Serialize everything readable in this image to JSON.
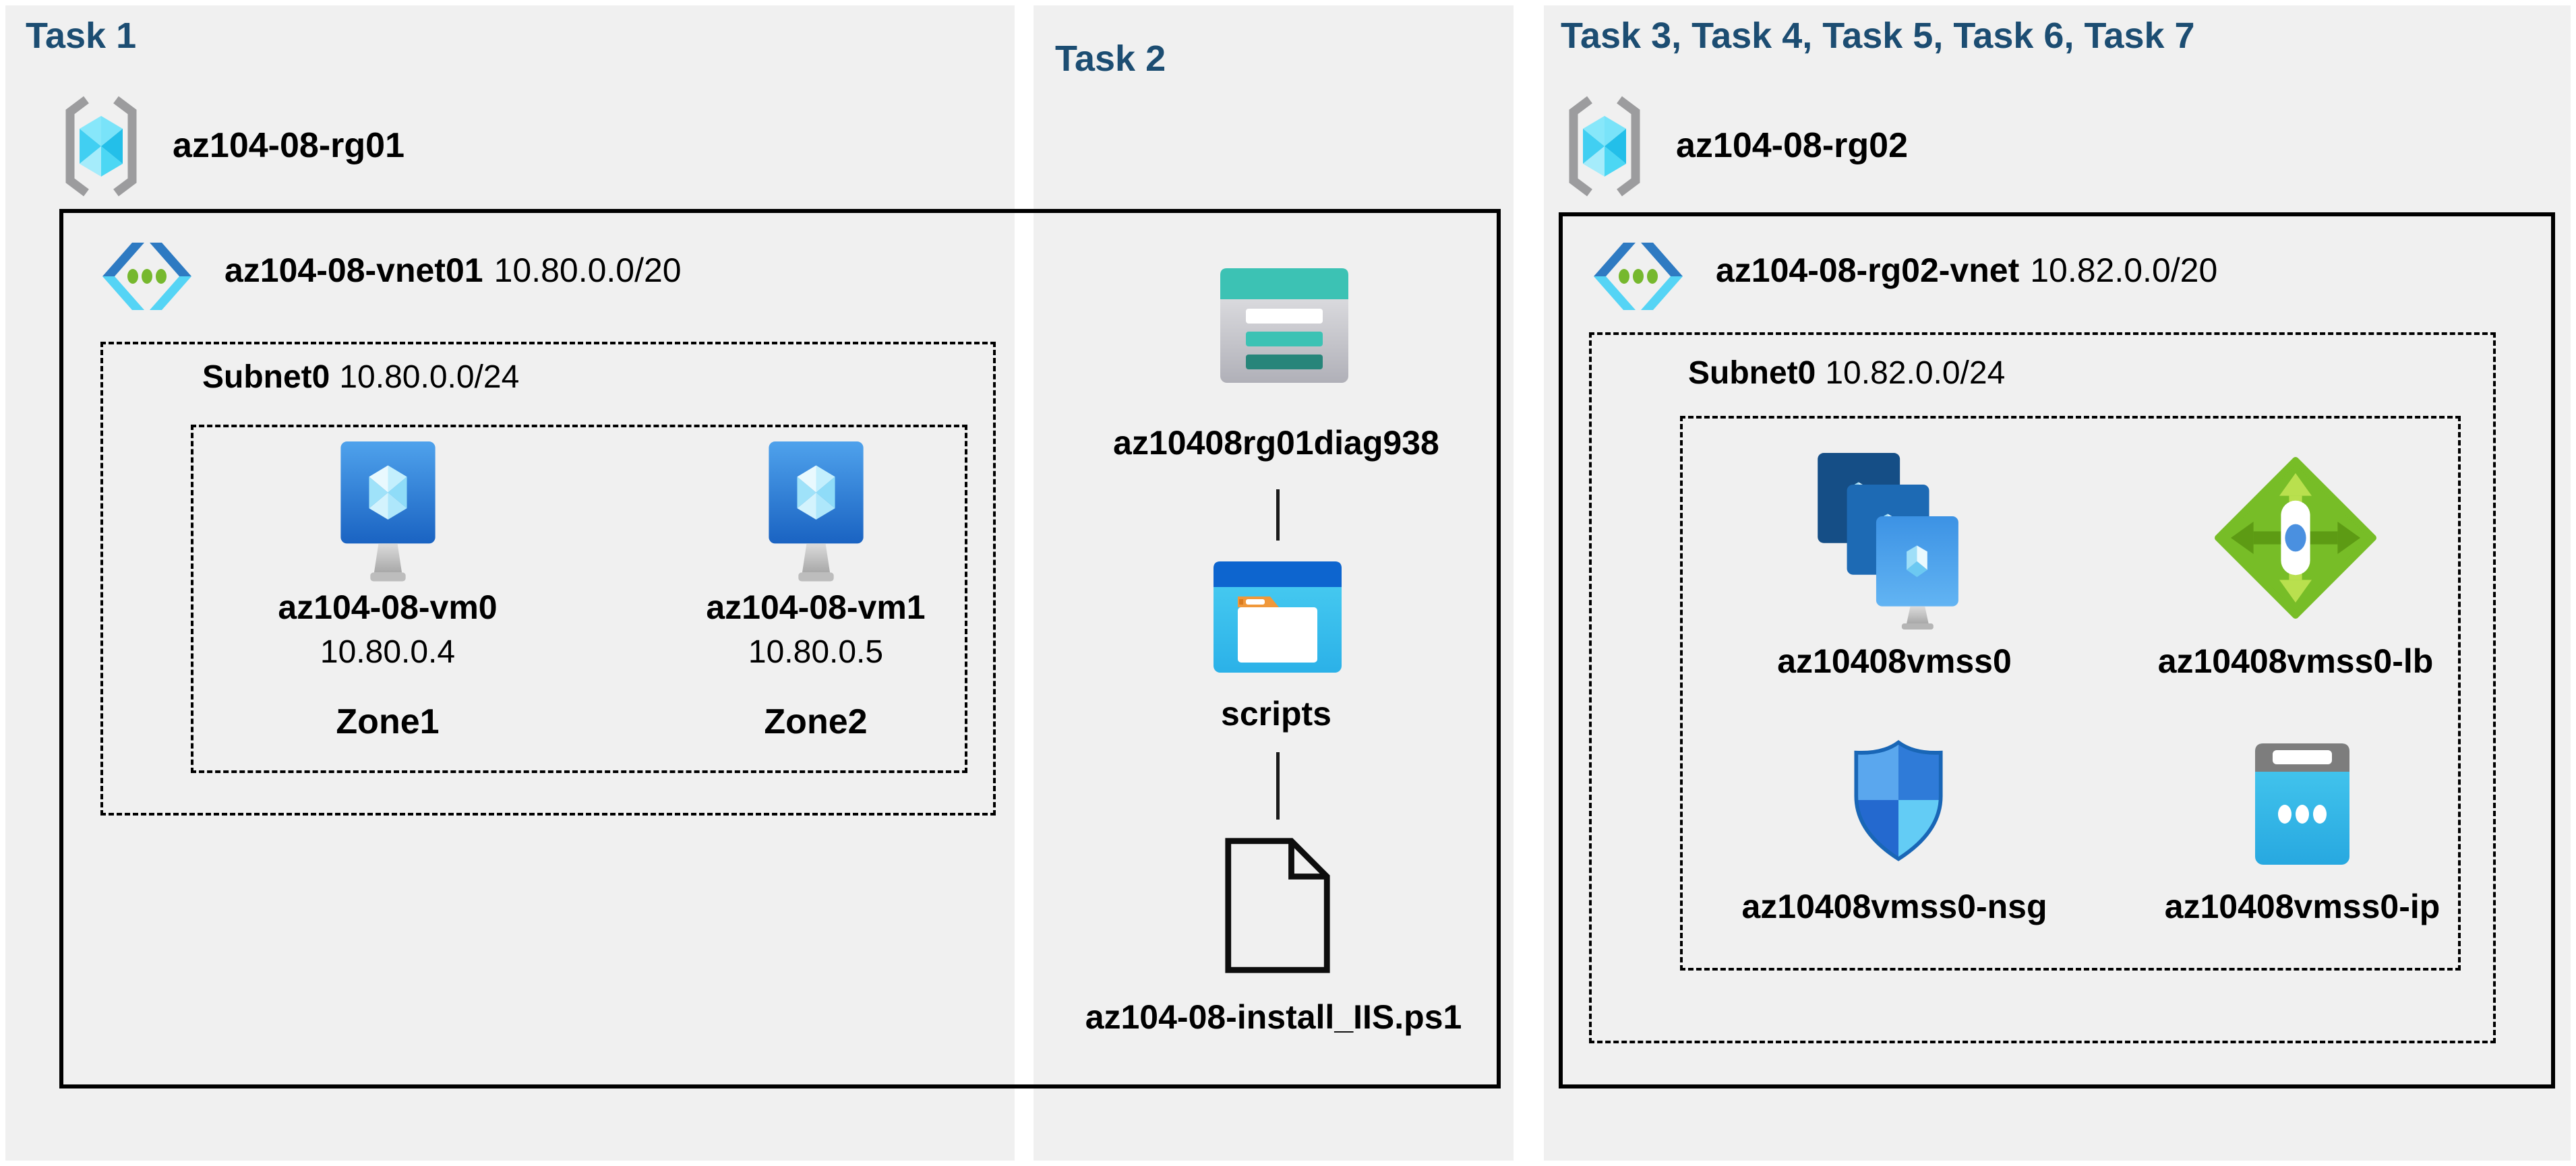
{
  "colors": {
    "page_bg": "#ffffff",
    "panel_bg": "#f0f0f0",
    "title": "#1c4d72",
    "text": "#000000",
    "box_border": "#000000",
    "teal_accent": "#3cc2b4",
    "blue_accent": "#2e7ac2",
    "cyan_accent": "#55d4f5",
    "green_accent": "#77bd27"
  },
  "panel1": {
    "title": "Task 1",
    "resource_group": "az104-08-rg01",
    "vnet_name": "az104-08-vnet01",
    "vnet_cidr": "10.80.0.0/20",
    "subnet_name": "Subnet0",
    "subnet_cidr": "10.80.0.0/24",
    "vms": [
      {
        "name": "az104-08-vm0",
        "ip": "10.80.0.4",
        "zone": "Zone1"
      },
      {
        "name": "az104-08-vm1",
        "ip": "10.80.0.5",
        "zone": "Zone2"
      }
    ]
  },
  "panel2": {
    "title": "Task 2",
    "storage_account": "az10408rg01diag938",
    "container": "scripts",
    "file": "az104-08-install_IIS.ps1"
  },
  "panel3": {
    "title": "Task 3, Task 4, Task 5, Task 6, Task 7",
    "resource_group": "az104-08-rg02",
    "vnet_name": "az104-08-rg02-vnet",
    "vnet_cidr": "10.82.0.0/20",
    "subnet_name": "Subnet0",
    "subnet_cidr": "10.82.0.0/24",
    "vmss": "az10408vmss0",
    "load_balancer": "az10408vmss0-lb",
    "nsg": "az10408vmss0-nsg",
    "public_ip": "az10408vmss0-ip"
  }
}
